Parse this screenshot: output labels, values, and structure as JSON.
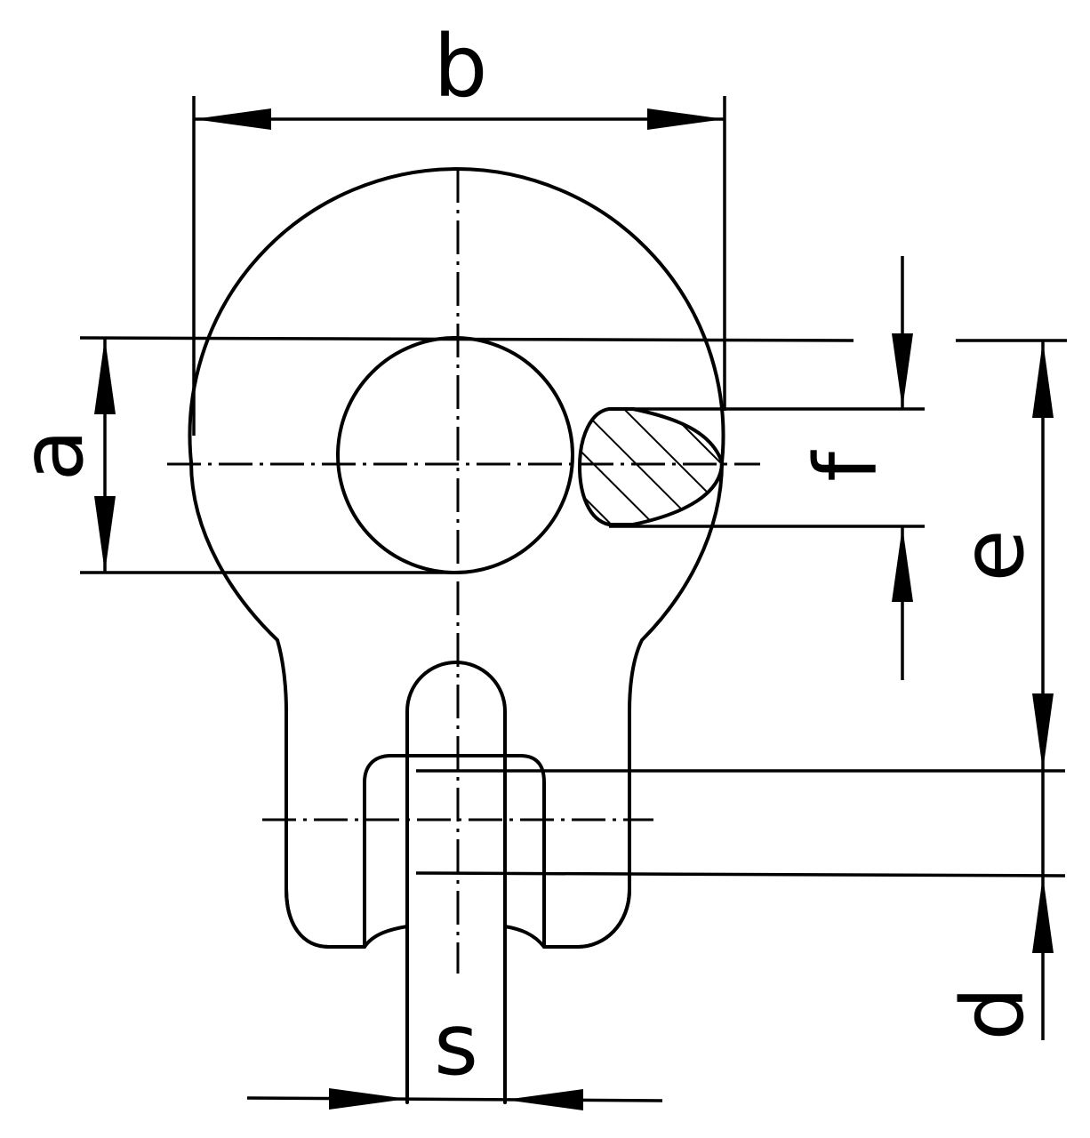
{
  "drawing": {
    "labels": {
      "b": "b",
      "a": "a",
      "f": "f",
      "e": "e",
      "d": "d",
      "s": "s"
    }
  }
}
